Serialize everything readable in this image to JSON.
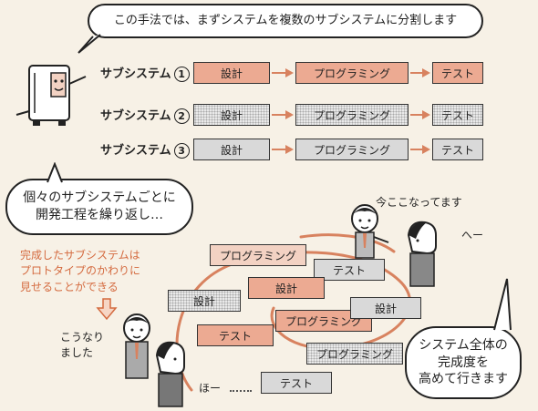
{
  "top_bubble": "この手法では、まずシステムを複数のサブシステムに分割します",
  "subsystems": [
    {
      "label": "サブシステム",
      "num": "1",
      "steps": [
        "設計",
        "プログラミング",
        "テスト"
      ]
    },
    {
      "label": "サブシステム",
      "num": "2",
      "steps": [
        "設計",
        "プログラミング",
        "テスト"
      ]
    },
    {
      "label": "サブシステム",
      "num": "3",
      "steps": [
        "設計",
        "プログラミング",
        "テスト"
      ]
    }
  ],
  "repeat_bubble": [
    "個々のサブシステムごとに",
    "開発工程を繰り返し…"
  ],
  "prototype_note": [
    "完成したサブシステムは",
    "プロトタイプのかわりに",
    "見せることができる"
  ],
  "speech_koUnarimashita": [
    "こうなり",
    "ました"
  ],
  "speech_hoo": "ほー",
  "speech_ima": "今ここなってます",
  "speech_hee": "へー",
  "completion_bubble": [
    "システム全体の",
    "完成度を",
    "高めて行きます"
  ],
  "spiral_boxes": {
    "b1": "プログラミング",
    "b2": "テスト",
    "b3": "設計",
    "b4": "設計",
    "b5": "プログラミング",
    "b6": "設計",
    "b7": "テスト",
    "b8": "プログラミング",
    "b9": "テスト"
  },
  "colors": {
    "accent_orange": "#ecaa92",
    "arrow": "#d8825f",
    "note_text": "#d46a3f"
  }
}
